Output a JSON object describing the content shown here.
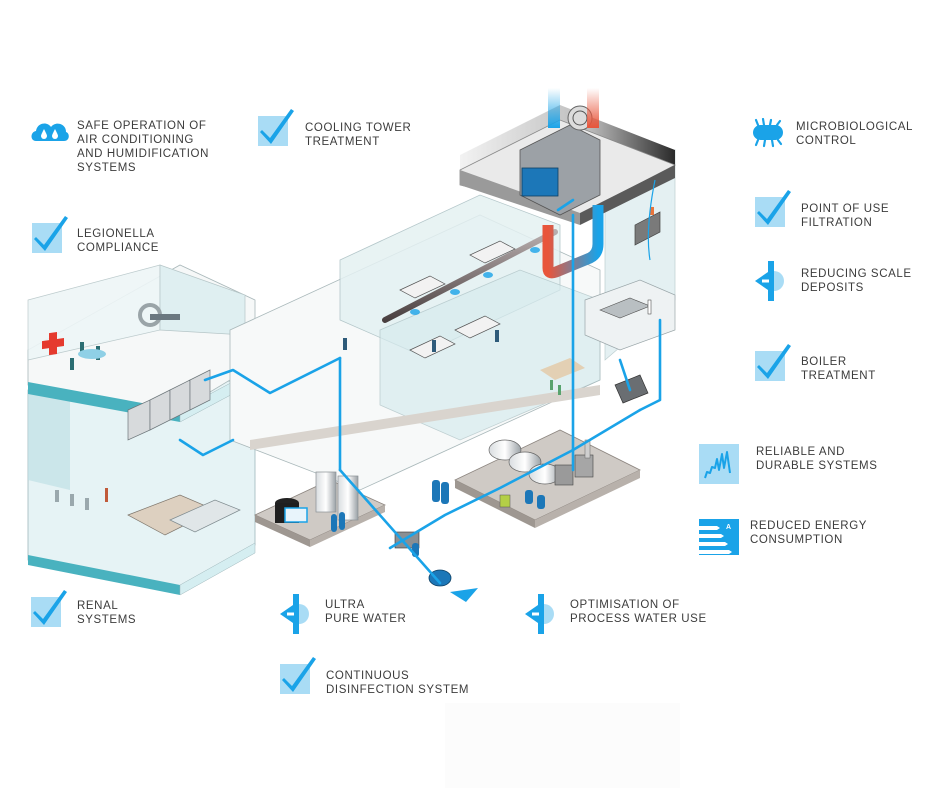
{
  "colors": {
    "accent_blue": "#1aa3e8",
    "light_blue": "#a9dcf5",
    "hot_red": "#e8553b",
    "text_gray": "#3c3c3c",
    "floor_teal": "#49b2bf",
    "glass": "#cfe8ea"
  },
  "features": [
    {
      "id": "air-conditioning",
      "icon": "water-drops-cloud-icon",
      "label": "SAFE OPERATION OF\nAIR CONDITIONING\nAND HUMIDIFICATION\nSYSTEMS"
    },
    {
      "id": "cooling-tower",
      "icon": "checkmark-icon",
      "label": "COOLING TOWER\nTREATMENT"
    },
    {
      "id": "microbiological",
      "icon": "bacteria-icon",
      "label": "MICROBIOLOGICAL\nCONTROL"
    },
    {
      "id": "legionella",
      "icon": "checkmark-icon",
      "label": "LEGIONELLA\nCOMPLIANCE"
    },
    {
      "id": "point-of-use",
      "icon": "checkmark-icon",
      "label": "POINT OF USE\nFILTRATION"
    },
    {
      "id": "scale-deposits",
      "icon": "valve-icon",
      "label": "REDUCING SCALE\nDEPOSITS"
    },
    {
      "id": "boiler",
      "icon": "checkmark-icon",
      "label": "BOILER\nTREATMENT"
    },
    {
      "id": "reliable",
      "icon": "zigzag-graph-icon",
      "label": "RELIABLE AND\nDURABLE SYSTEMS"
    },
    {
      "id": "energy",
      "icon": "energy-rating-icon",
      "label": "REDUCED ENERGY\nCONSUMPTION",
      "rating_letter": "A"
    },
    {
      "id": "renal",
      "icon": "checkmark-icon",
      "label": "RENAL\nSYSTEMS"
    },
    {
      "id": "ultra-pure",
      "icon": "valve-icon",
      "label": "ULTRA\nPURE WATER"
    },
    {
      "id": "process-water",
      "icon": "valve-icon",
      "label": "OPTIMISATION OF\nPROCESS WATER USE"
    },
    {
      "id": "disinfection",
      "icon": "checkmark-icon",
      "label": "CONTINUOUS\nDISINFECTION SYSTEM"
    }
  ],
  "illustration": {
    "subject": "Isometric hospital building water treatment systems",
    "hospital_symbol": "red-cross-icon"
  }
}
